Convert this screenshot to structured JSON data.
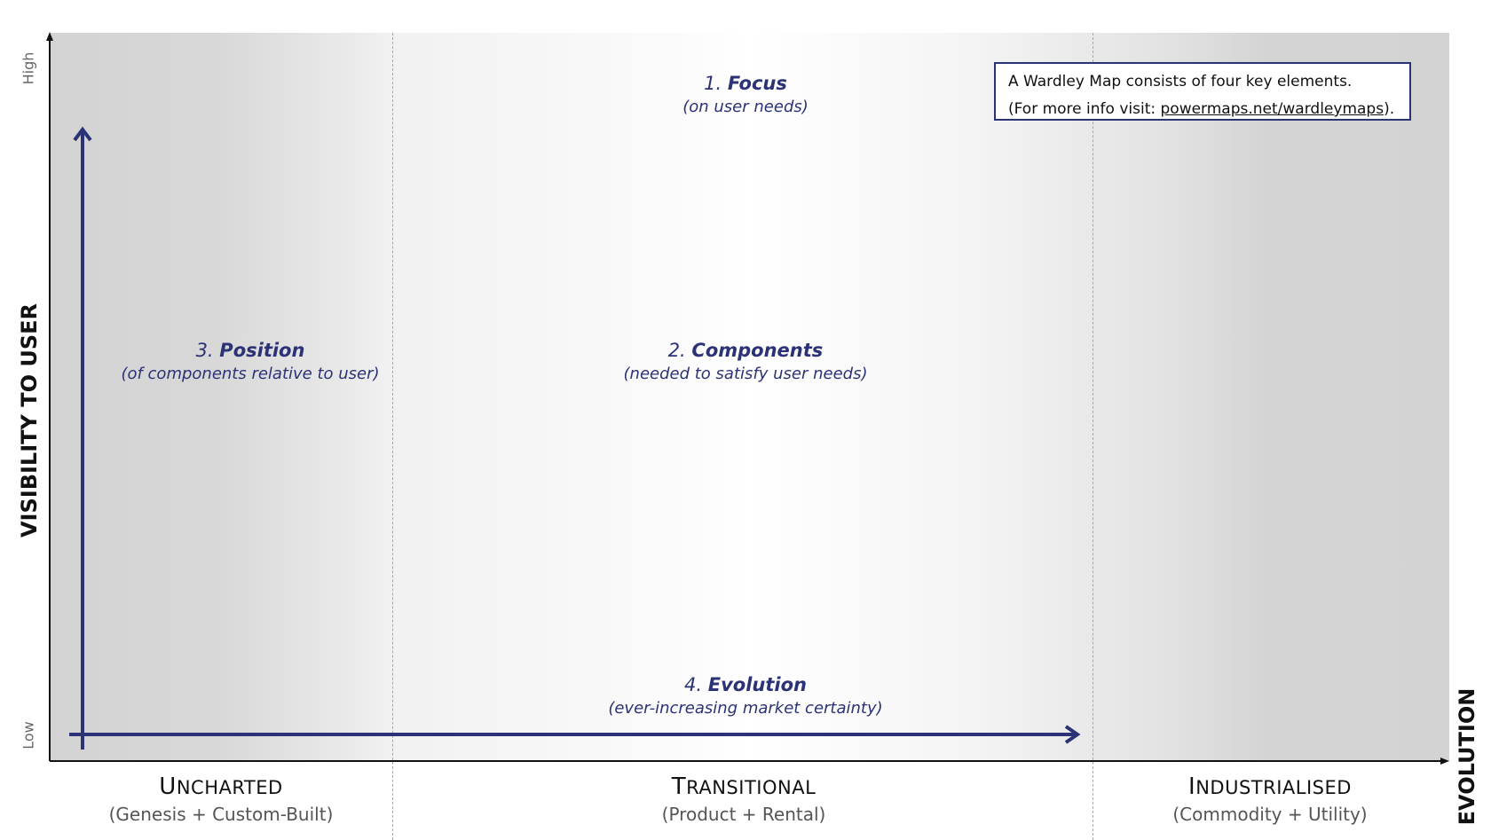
{
  "axes": {
    "y_label": "VISIBILITY TO USER",
    "y_high": "High",
    "y_low": "Low",
    "x_label": "EVOLUTION"
  },
  "elements": [
    {
      "number": "1.",
      "title": "Focus",
      "subtitle": "(on user needs)"
    },
    {
      "number": "2.",
      "title": "Components",
      "subtitle": "(needed to satisfy user needs)"
    },
    {
      "number": "3.",
      "title": "Position",
      "subtitle": "(of components relative to user)"
    },
    {
      "number": "4.",
      "title": "Evolution",
      "subtitle": "(ever-increasing market certainty)"
    }
  ],
  "phases": [
    {
      "initial": "U",
      "rest": "NCHARTED",
      "subtitle": "(Genesis + Custom-Built)"
    },
    {
      "initial": "T",
      "rest": "RANSITIONAL",
      "subtitle": "(Product + Rental)"
    },
    {
      "initial": "I",
      "rest": "NDUSTRIALISED",
      "subtitle": "(Commodity + Utility)"
    }
  ],
  "info": {
    "line1": "A Wardley Map consists of four key elements.",
    "line2_prefix": "(For more info visit: ",
    "link": "powermaps.net/wardleymaps",
    "line2_suffix": ")."
  },
  "colors": {
    "accent": "#2b3275",
    "axis": "#111111"
  }
}
